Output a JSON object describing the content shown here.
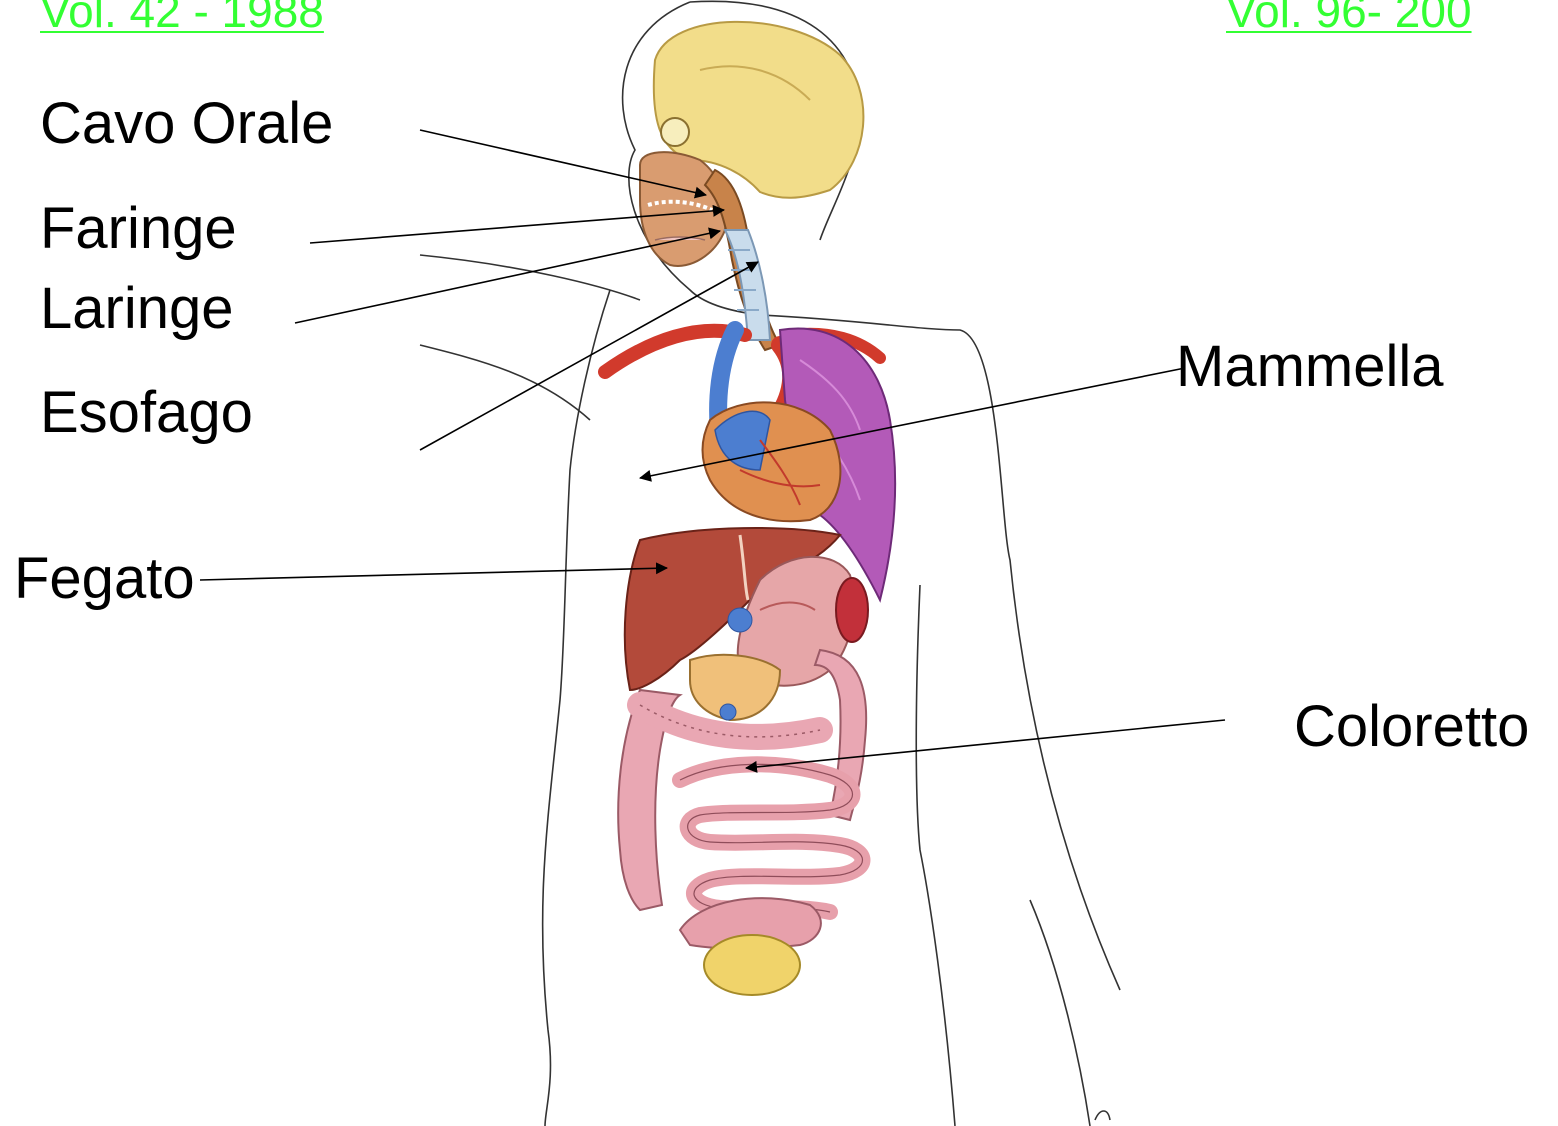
{
  "header": {
    "left_link": "Vol. 42 - 1988",
    "right_link": "Vol. 96- 200"
  },
  "labels": {
    "cavo_orale": "Cavo Orale",
    "faringe": "Faringe",
    "laringe": "Laringe",
    "esofago": "Esofago",
    "fegato": "Fegato",
    "mammella": "Mammella",
    "coloretto": "Coloretto"
  },
  "colors": {
    "link": "#33ff33",
    "label": "#000000",
    "leader_line": "#000000"
  }
}
